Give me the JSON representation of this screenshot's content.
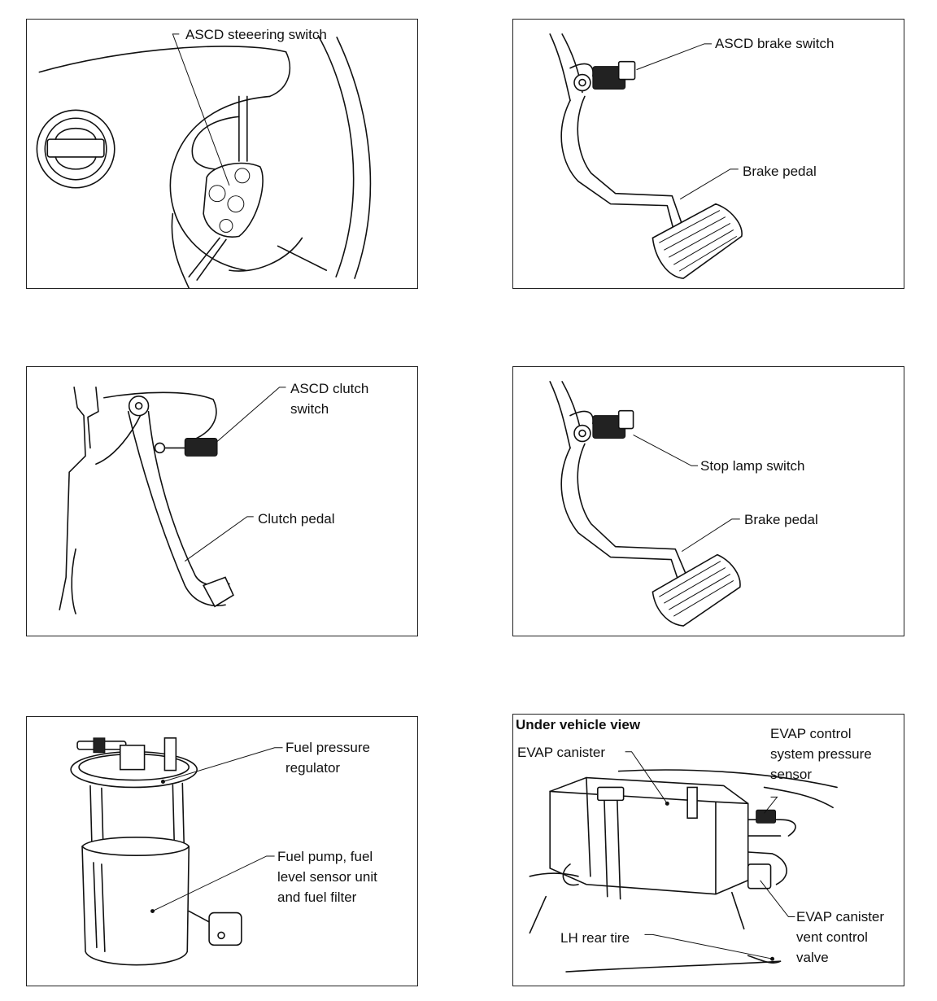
{
  "panels": {
    "steering": {
      "label": "ASCD steeering switch"
    },
    "brake_switch": {
      "label_switch": "ASCD brake switch",
      "label_pedal": "Brake pedal"
    },
    "clutch": {
      "label_switch_1": "ASCD clutch",
      "label_switch_2": "switch",
      "label_pedal": "Clutch pedal"
    },
    "stop_lamp": {
      "label_switch": "Stop lamp switch",
      "label_pedal": "Brake pedal"
    },
    "fuel_pump": {
      "label_regulator_1": "Fuel pressure",
      "label_regulator_2": "regulator",
      "label_pump_1": "Fuel pump, fuel",
      "label_pump_2": "level sensor unit",
      "label_pump_3": "and fuel filter"
    },
    "evap": {
      "view_title": "Under vehicle view",
      "label_canister": "EVAP canister",
      "label_sensor_1": "EVAP control",
      "label_sensor_2": "system pressure",
      "label_sensor_3": "sensor",
      "label_valve_1": "EVAP canister",
      "label_valve_2": "vent control",
      "label_valve_3": "valve",
      "label_tire": "LH rear tire"
    }
  }
}
